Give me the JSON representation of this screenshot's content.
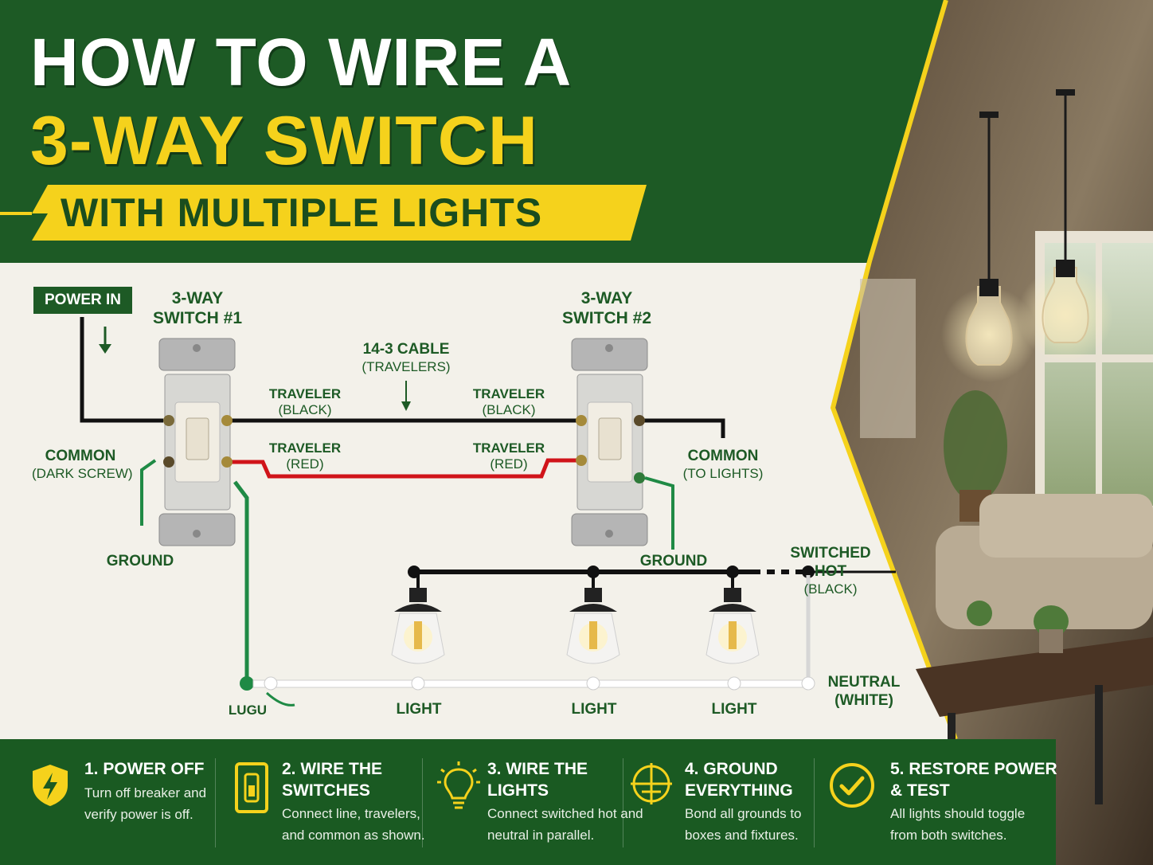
{
  "header": {
    "title_line1": "HOW TO WIRE A",
    "title_line2": "3-WAY SWITCH",
    "banner": "WITH MULTIPLE LIGHTS"
  },
  "diagram": {
    "power_in": "POWER IN",
    "switch1": {
      "line1": "3-WAY",
      "line2": "SWITCH #1"
    },
    "switch2": {
      "line1": "3-WAY",
      "line2": "SWITCH #2"
    },
    "cable": {
      "name": "14-3 CABLE",
      "note": "(TRAVELERS)"
    },
    "traveler_black_1": {
      "name": "TRAVELER",
      "note": "(BLACK)"
    },
    "traveler_black_2": {
      "name": "TRAVELER",
      "note": "(BLACK)"
    },
    "traveler_red_1": {
      "name": "TRAVELER",
      "note": "(RED)"
    },
    "traveler_red_2": {
      "name": "TRAVELER",
      "note": "(RED)"
    },
    "common_1": {
      "name": "COMMON",
      "note": "(DARK SCREW)"
    },
    "common_2": {
      "name": "COMMON",
      "note": "(TO LIGHTS)"
    },
    "ground_1": "GROUND",
    "ground_2": "GROUND",
    "switched_hot": {
      "line1": "SWITCHED",
      "line2": "HOT",
      "note": "(BLACK)"
    },
    "neutral": {
      "line1": "NEUTRAL",
      "line2": "(WHITE)"
    },
    "lights": [
      "LIGHT",
      "LIGHT",
      "LIGHT"
    ],
    "ground_bottom": "LUGU"
  },
  "steps": [
    {
      "title1": "1. POWER OFF",
      "title2": "",
      "desc1": "Turn off breaker and",
      "desc2": "verify power is off.",
      "icon": "shield-bolt-icon"
    },
    {
      "title1": "2. WIRE THE",
      "title2": "SWITCHES",
      "desc1": "Connect line, travelers,",
      "desc2": "and common as shown.",
      "icon": "switch-icon"
    },
    {
      "title1": "3. WIRE THE",
      "title2": "LIGHTS",
      "desc1": "Connect switched hot and",
      "desc2": "neutral in parallel.",
      "icon": "lightbulb-icon"
    },
    {
      "title1": "4. GROUND",
      "title2": "EVERYTHING",
      "desc1": "Bond all grounds to",
      "desc2": "boxes and fixtures.",
      "icon": "ground-icon"
    },
    {
      "title1": "5. RESTORE POWER",
      "title2": "& TEST",
      "desc1": "All lights should toggle",
      "desc2": "from both switches.",
      "icon": "checkmark-icon"
    }
  ],
  "colors": {
    "green": "#1d5a25",
    "yellow": "#f5d21c",
    "red_wire": "#d0141a",
    "ground_wire": "#1f8a45"
  }
}
